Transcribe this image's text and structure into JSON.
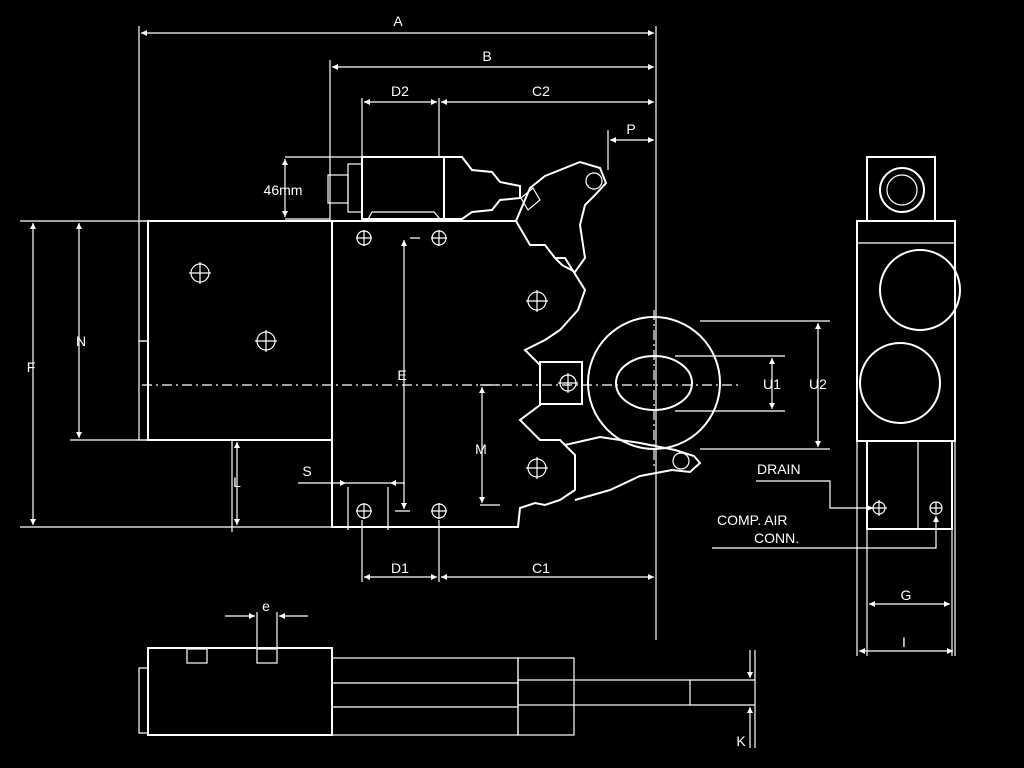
{
  "dimensions": {
    "A": "A",
    "B": "B",
    "C1": "C1",
    "C2": "C2",
    "D1": "D1",
    "D2": "D2",
    "E": "E",
    "F": "F",
    "G": "G",
    "I": "I",
    "K": "K",
    "L": "L",
    "M": "M",
    "N": "N",
    "P": "P",
    "S": "S",
    "U1": "U1",
    "U2": "U2",
    "e": "e"
  },
  "annotations": {
    "height_46mm": "46mm",
    "drain": "DRAIN",
    "comp_air_line1": "COMP. AIR",
    "comp_air_line2": "CONN."
  },
  "colors": {
    "background": "#000000",
    "linework": "#ffffff"
  }
}
